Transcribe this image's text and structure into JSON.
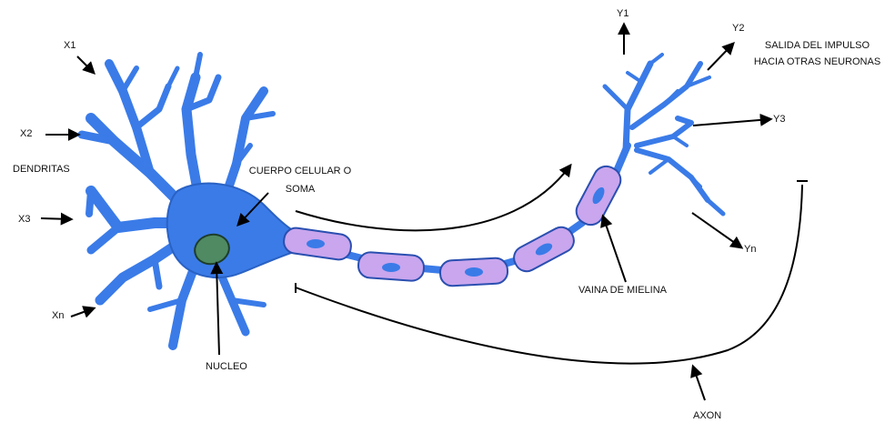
{
  "labels": {
    "inputs": [
      "X1",
      "X2",
      "X3",
      "Xn"
    ],
    "outputs": [
      "Y1",
      "Y2",
      "Y3",
      "Yn"
    ],
    "dendritas": "DENDRITAS",
    "cuerpo_line1": "CUERPO CELULAR O",
    "cuerpo_line2": "SOMA",
    "nucleo": "NUCLEO",
    "vaina": "VAINA DE MIELINA",
    "salida_line1": "SALIDA DEL IMPULSO",
    "salida_line2": "HACIA OTRAS NEURONAS",
    "axon": "AXON"
  },
  "colors": {
    "neuron": "#3a7be8",
    "neuron_outline": "#2a62c4",
    "myelin": "#c9a6ee",
    "myelin_outline": "#2a4fb0",
    "nucleus": "#4f8a62",
    "arrow": "#000000"
  }
}
